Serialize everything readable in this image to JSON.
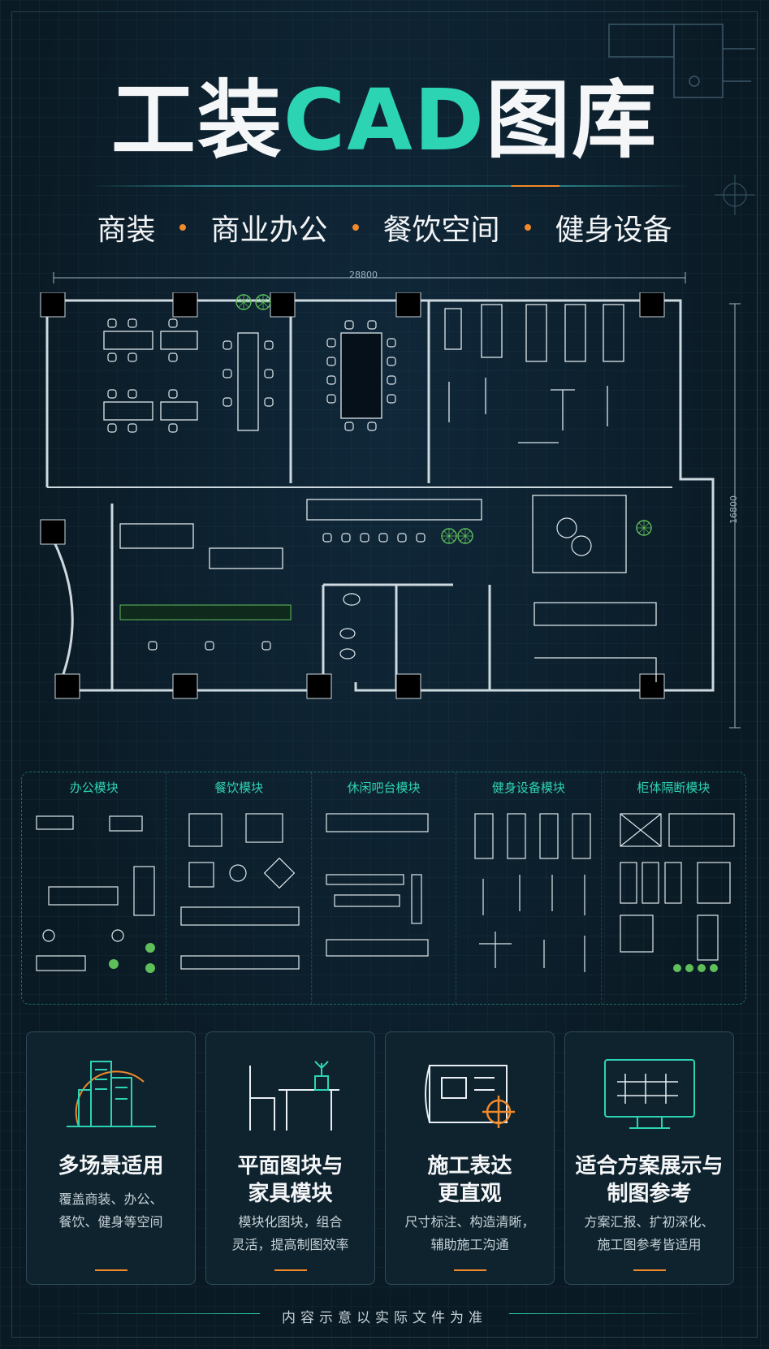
{
  "title": {
    "part1": "工装",
    "part2": "CAD",
    "part3": "图库"
  },
  "subtitle": {
    "items": [
      "商装",
      "商业办公",
      "餐饮空间",
      "健身设备"
    ]
  },
  "plan": {
    "width_label": "28800",
    "height_label": "16800"
  },
  "modules": [
    {
      "title": "办公模块"
    },
    {
      "title": "餐饮模块"
    },
    {
      "title": "休闲吧台模块"
    },
    {
      "title": "健身设备模块"
    },
    {
      "title": "柜体隔断模块"
    }
  ],
  "cards": [
    {
      "title": "多场景适用",
      "desc": [
        "覆盖商装、办公、",
        "餐饮、健身等空间"
      ],
      "icon": "building-icon"
    },
    {
      "title": "平面图块与\n家具模块",
      "desc": [
        "模块化图块，组合",
        "灵活，提高制图效率"
      ],
      "icon": "chair-table-icon"
    },
    {
      "title": "施工表达\n更直观",
      "desc": [
        "尺寸标注、构造清晰，",
        "辅助施工沟通"
      ],
      "icon": "blueprint-icon"
    },
    {
      "title": "适合方案展示与\n制图参考",
      "desc": [
        "方案汇报、扩初深化、",
        "施工图参考皆适用"
      ],
      "icon": "monitor-icon"
    }
  ],
  "footer": {
    "text": "内容示意以实际文件为准"
  },
  "colors": {
    "accent": "#2dd4b4",
    "orange": "#f08a2a",
    "background": "#0a1a24"
  }
}
